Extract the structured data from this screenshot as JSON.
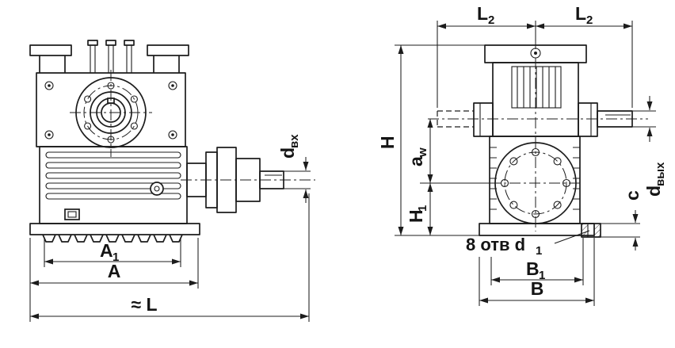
{
  "colors": {
    "line": "#1c1c1c",
    "background": "#ffffff"
  },
  "left_view": {
    "dim_a1": {
      "base": "A",
      "sub": "1"
    },
    "dim_a": {
      "base": "A"
    },
    "dim_l": {
      "base": "≈ L"
    },
    "dim_d_input": {
      "base": "d",
      "sub": "вх"
    }
  },
  "right_view": {
    "dim_l2_left": {
      "base": "L",
      "sub": "2"
    },
    "dim_l2_right": {
      "base": "L",
      "sub": "2"
    },
    "dim_h": {
      "base": "H"
    },
    "dim_aw": {
      "base": "a",
      "sub": "w"
    },
    "dim_h1": {
      "base": "H",
      "sub": "1"
    },
    "dim_d_output": {
      "base": "d",
      "sub": "вых"
    },
    "dim_c": {
      "base": "c"
    },
    "note_holes": {
      "base": "8 отв d",
      "sub": "1"
    },
    "dim_b1": {
      "base": "B",
      "sub": "1"
    },
    "dim_b": {
      "base": "B"
    }
  }
}
